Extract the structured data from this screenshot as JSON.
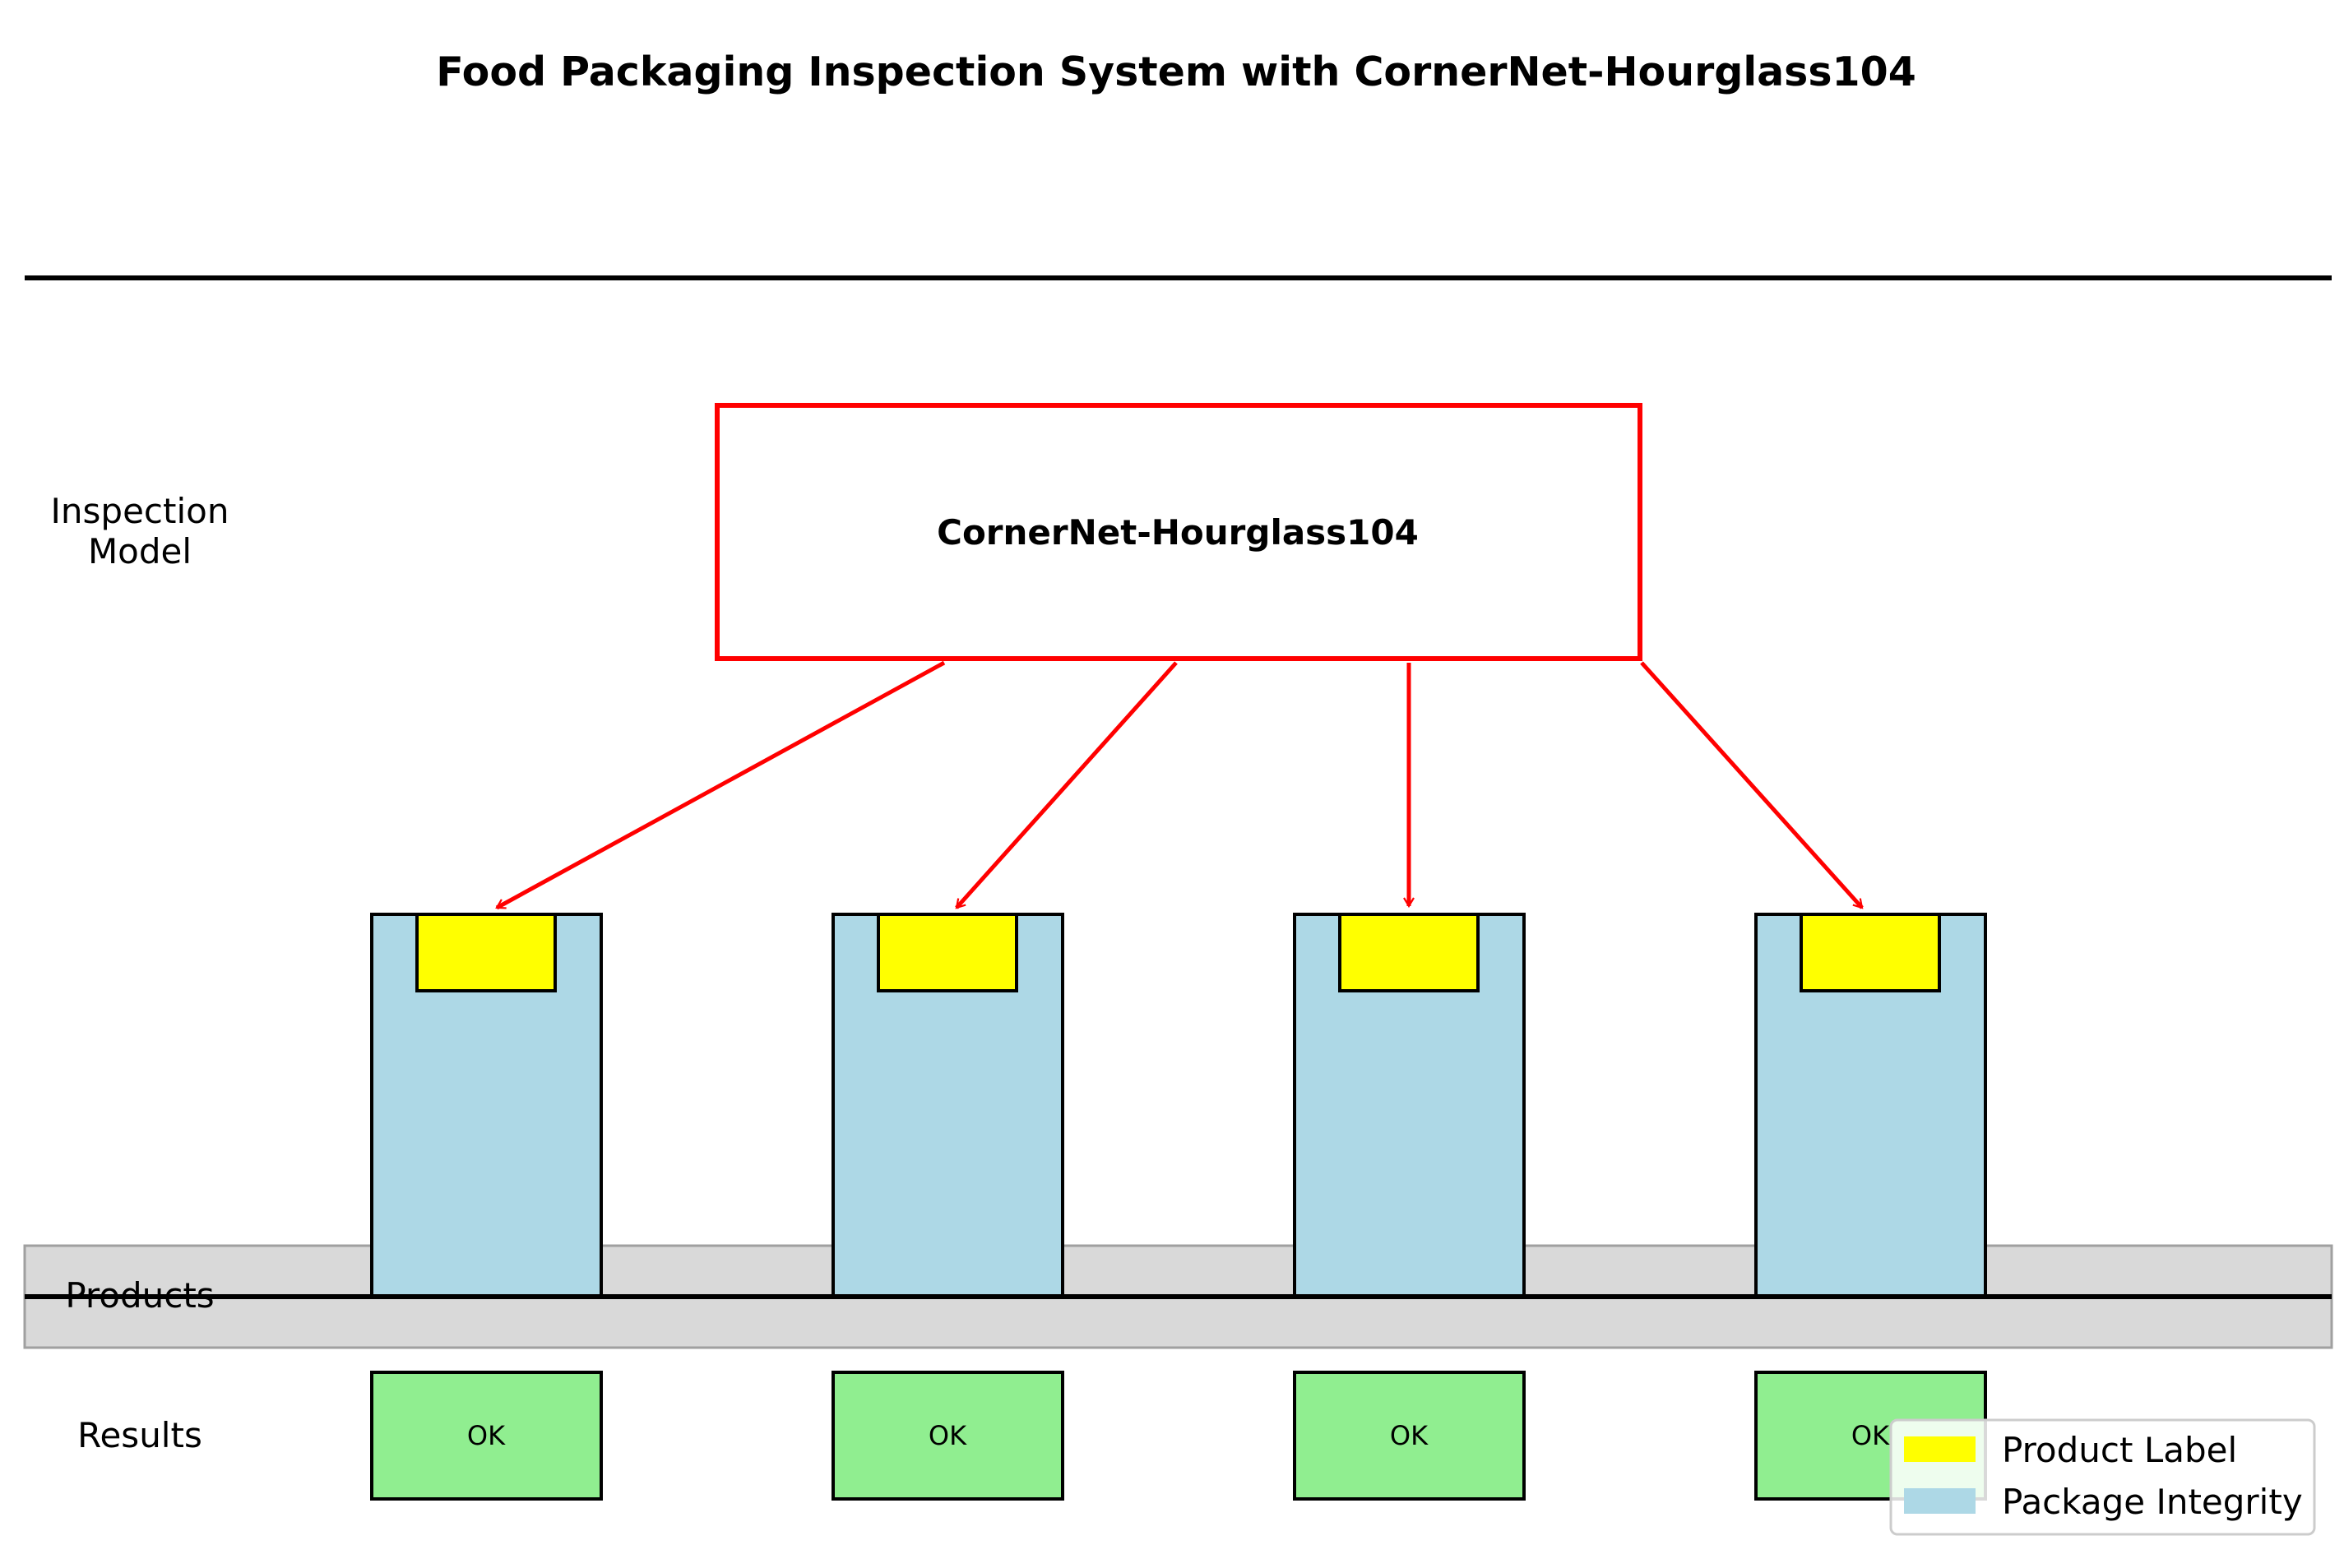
{
  "title": "Food Packaging Inspection System with CornerNet-Hourglass104",
  "model": {
    "label": "CornerNet-Hourglass104"
  },
  "side_labels": {
    "inspection_model": [
      "Inspection",
      "Model"
    ],
    "products": "Products",
    "results": "Results"
  },
  "products": [
    {
      "result": "OK"
    },
    {
      "result": "OK"
    },
    {
      "result": "OK"
    },
    {
      "result": "OK"
    }
  ],
  "legend": [
    {
      "label": "Product Label",
      "color": "#ffff00"
    },
    {
      "label": "Package Integrity",
      "color": "#add8e6"
    }
  ],
  "colors": {
    "model_border": "#ff0000",
    "arrow": "#ff0000",
    "package": "#add8e6",
    "label": "#ffff00",
    "result_ok": "#90ee90",
    "conveyor": "#d9d9d9"
  }
}
